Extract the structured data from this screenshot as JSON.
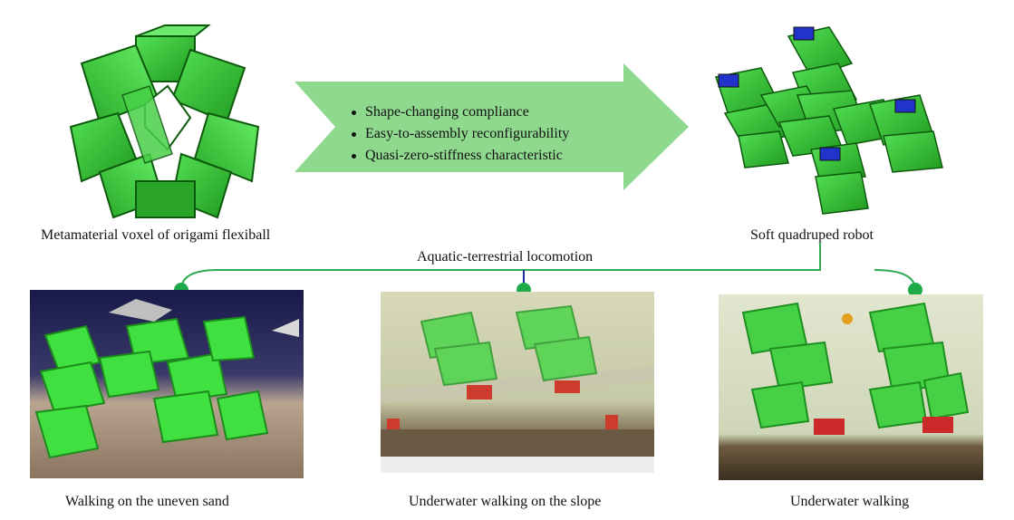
{
  "top": {
    "voxel_caption": "Metamaterial voxel of origami flexiball",
    "robot_caption": "Soft quadruped robot",
    "features": [
      "Shape-changing compliance",
      "Easy-to-assembly reconfigurability",
      "Quasi-zero-stiffness characteristic"
    ]
  },
  "middle": {
    "locomotion_label": "Aquatic-terrestrial locomotion"
  },
  "photos": [
    {
      "caption": "Walking on the uneven sand"
    },
    {
      "caption": "Underwater walking on the slope"
    },
    {
      "caption": "Underwater walking"
    }
  ],
  "colors": {
    "arrow": "#8fd98f",
    "green_primary": "#33cc33",
    "green_dark": "#1f8f1f",
    "connector": "#2eaa4f",
    "servo_blue": "#2233cc"
  }
}
